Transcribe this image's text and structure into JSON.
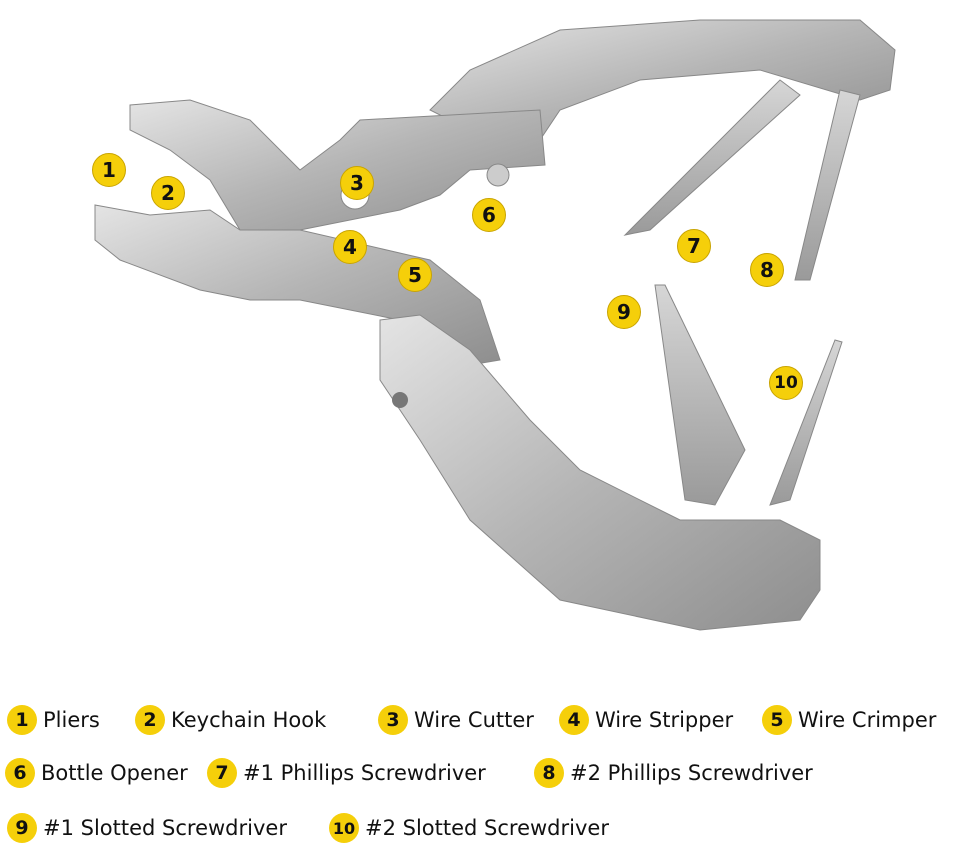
{
  "colors": {
    "badge": "#f5cf0a",
    "metal": "#b9b9b9"
  },
  "callouts": [
    {
      "num": "1",
      "label": "Pliers"
    },
    {
      "num": "2",
      "label": "Keychain Hook"
    },
    {
      "num": "3",
      "label": "Wire Cutter"
    },
    {
      "num": "4",
      "label": "Wire Stripper"
    },
    {
      "num": "5",
      "label": "Wire Crimper"
    },
    {
      "num": "6",
      "label": "Bottle Opener"
    },
    {
      "num": "7",
      "label": "#1 Phillips Screwdriver"
    },
    {
      "num": "8",
      "label": "#2 Phillips Screwdriver"
    },
    {
      "num": "9",
      "label": "#1 Slotted Screwdriver"
    },
    {
      "num": "10",
      "label": "#2 Slotted Screwdriver"
    }
  ]
}
